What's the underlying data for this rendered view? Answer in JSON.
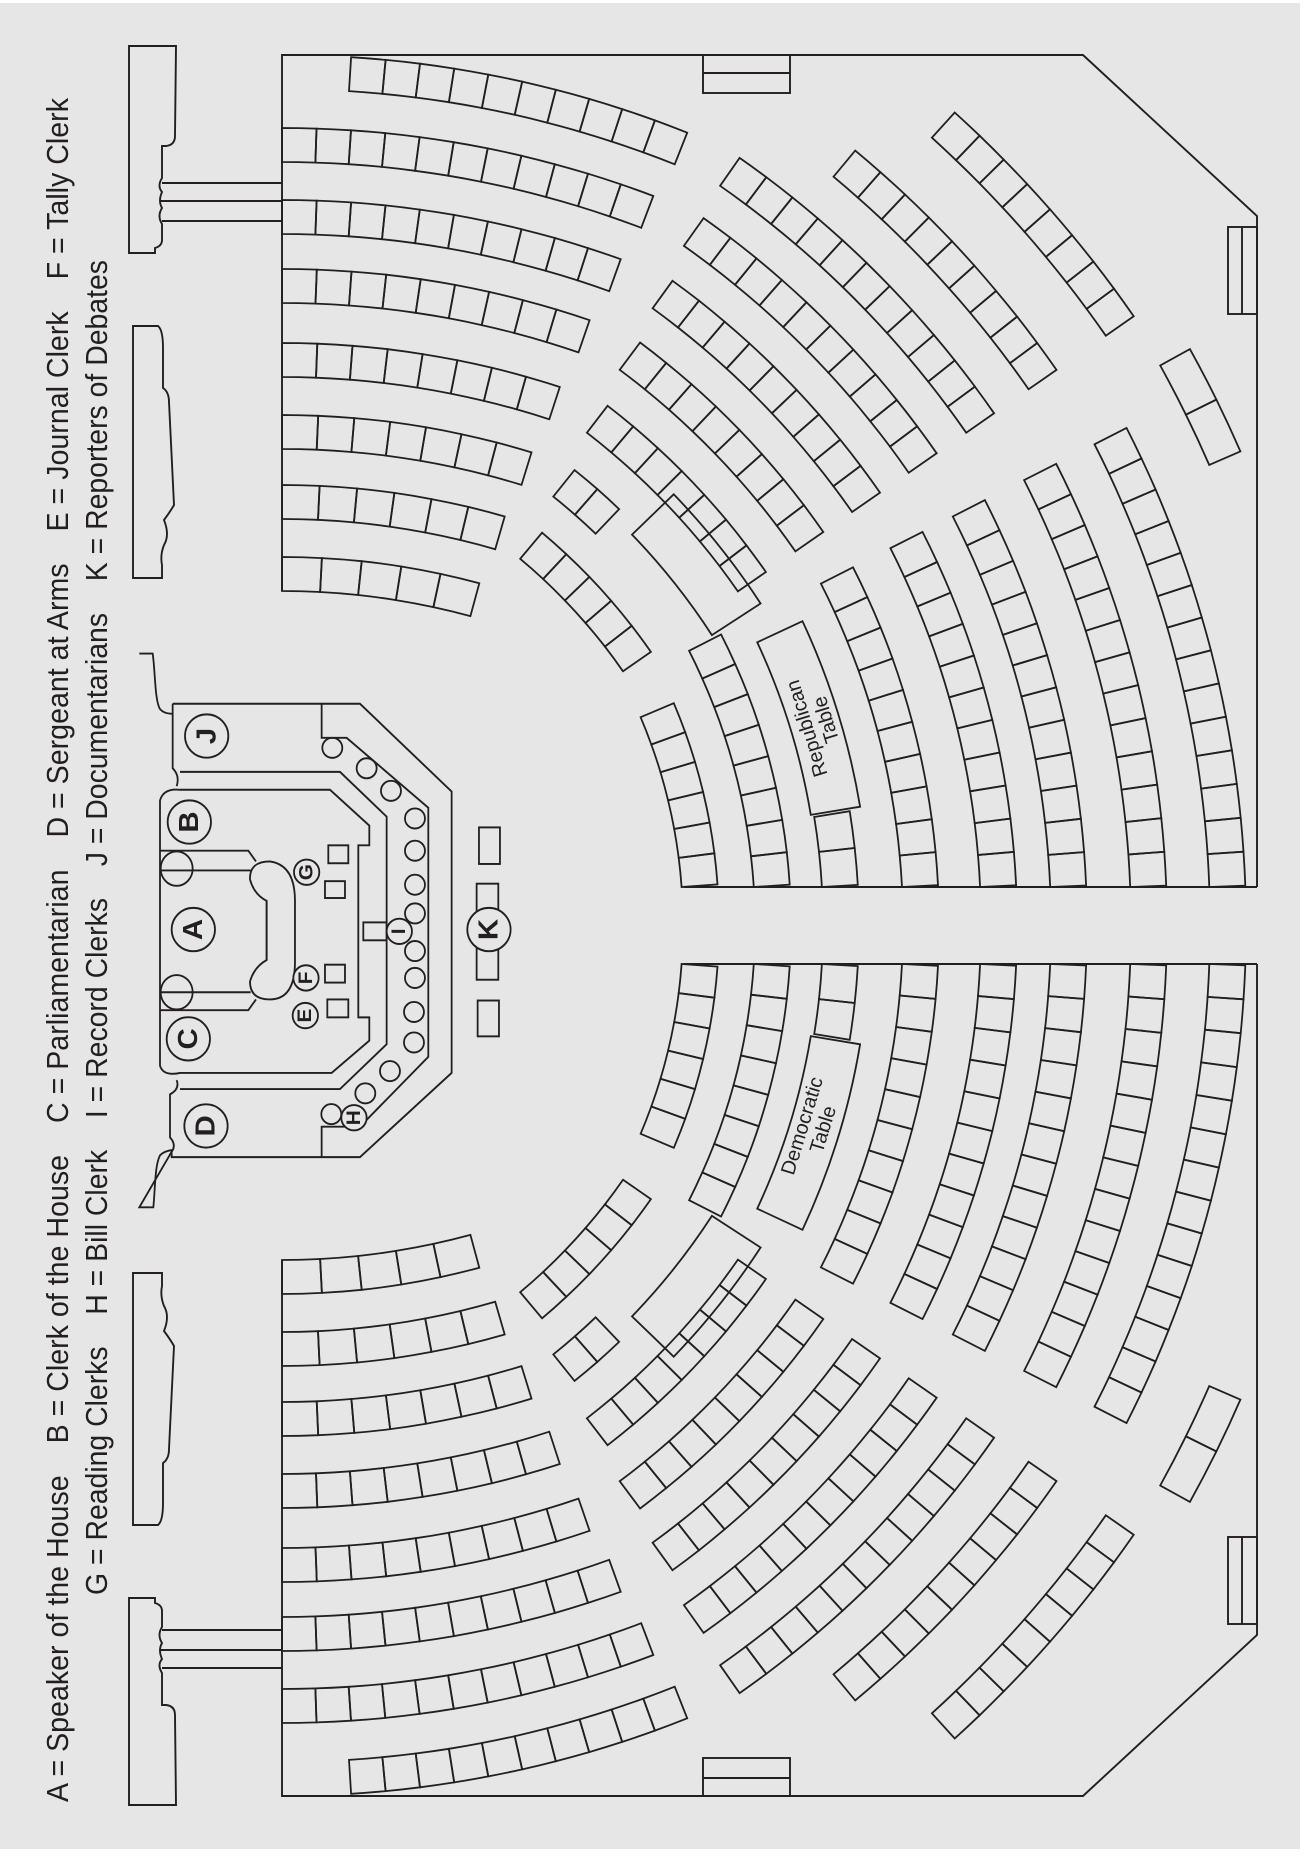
{
  "legend": {
    "line1": [
      "A = Speaker of the House",
      "B = Clerk of the House",
      "C = Parliamentarian",
      "D = Sergeant at Arms",
      "E = Journal Clerk",
      "F = Tally Clerk"
    ],
    "line2": [
      "G = Reading Clerks",
      "H = Bill Clerk",
      "I = Record Clerks",
      "J = Documentarians",
      "K = Reporters of Debates"
    ]
  },
  "tables": {
    "republican": {
      "line1": "Republican",
      "line2": "Table"
    },
    "democratic": {
      "line1": "Democratic",
      "line2": "Table"
    }
  },
  "markers": {
    "A": "A",
    "B": "B",
    "C": "C",
    "D": "D",
    "E": "E",
    "F": "F",
    "G": "G",
    "H": "H",
    "I": "I",
    "J": "J",
    "K": "K"
  },
  "colors": {
    "background": "#e6e6e6",
    "line": "#231f20"
  }
}
